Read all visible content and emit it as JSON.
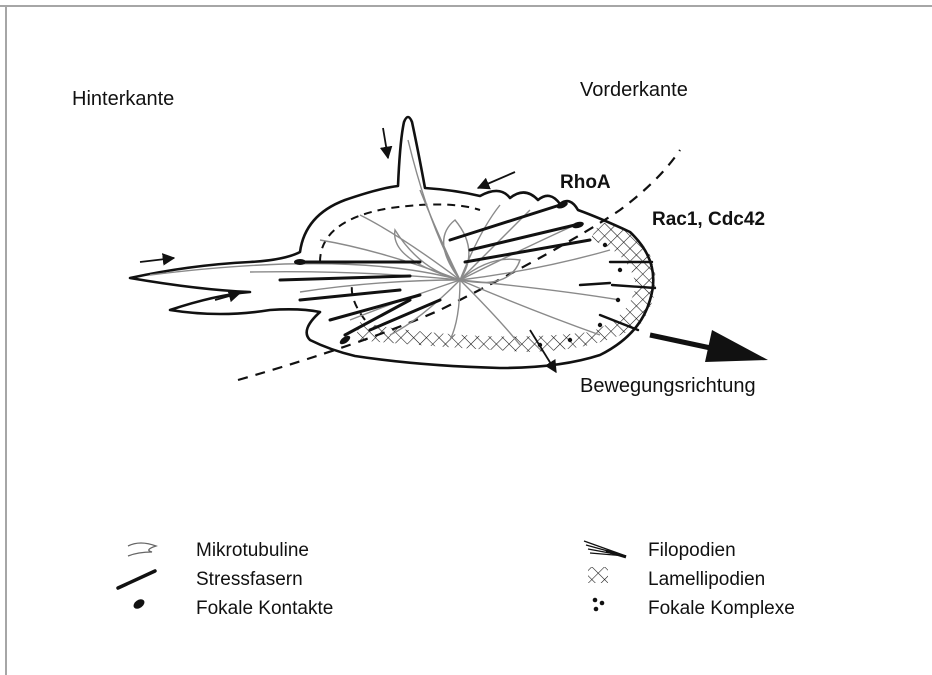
{
  "labels": {
    "trailing_edge": "Hinterkante",
    "leading_edge": "Vorderkante",
    "rhoa": "RhoA",
    "rac_cdc": "Rac1, Cdc42",
    "direction": "Bewegungsrichtung"
  },
  "legend": {
    "left": [
      {
        "icon": "microtubule-icon",
        "label": "Mikrotubuline"
      },
      {
        "icon": "stress-fiber-icon",
        "label": "Stressfasern"
      },
      {
        "icon": "focal-contact-icon",
        "label": "Fokale Kontakte"
      }
    ],
    "right": [
      {
        "icon": "filopodia-icon",
        "label": "Filopodien"
      },
      {
        "icon": "lamellipodia-icon",
        "label": "Lamellipodien"
      },
      {
        "icon": "focal-complex-icon",
        "label": "Fokale Komplexe"
      }
    ]
  },
  "colors": {
    "frame": "#a6a6a6",
    "ink": "#111111",
    "microtubule": "#8a8a8a"
  }
}
